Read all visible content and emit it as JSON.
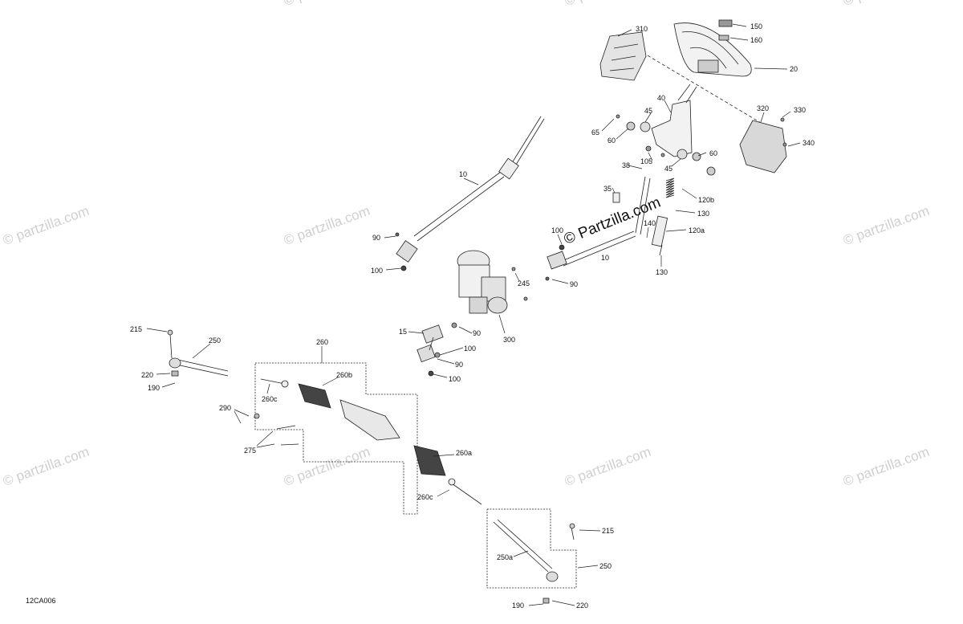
{
  "diagram": {
    "code": "12CA006",
    "watermark": "© Partzilla.com",
    "watermark_small": "© partzilla.com",
    "callouts": {
      "c150": "150",
      "c160": "160",
      "c310": "310",
      "c20": "20",
      "c320": "320",
      "c330": "330",
      "c340": "340",
      "c40": "40",
      "c45a": "45",
      "c45b": "45",
      "c65": "65",
      "c60a": "60",
      "c60b": "60",
      "c105": "105",
      "c38": "38",
      "c35": "35",
      "c120b": "120b",
      "c130a": "130",
      "c120a": "120a",
      "c140": "140",
      "c130b": "130",
      "c100a": "100",
      "c10a": "10",
      "c90a": "90",
      "c10b": "10",
      "c90b": "90",
      "c100b": "100",
      "c245": "245",
      "c15": "15",
      "c90c": "90",
      "c100c": "100",
      "c300": "300",
      "c90d": "90",
      "c100d": "100",
      "c215a": "215",
      "c250a": "250",
      "c220a": "220",
      "c190a": "190",
      "c260": "260",
      "c260b": "260b",
      "c260c1": "260c",
      "c290": "290",
      "c275": "275",
      "c260a": "260a",
      "c260c2": "260c",
      "c215b": "215",
      "c250a2": "250a",
      "c250b": "250",
      "c190b": "190",
      "c220b": "220"
    }
  }
}
